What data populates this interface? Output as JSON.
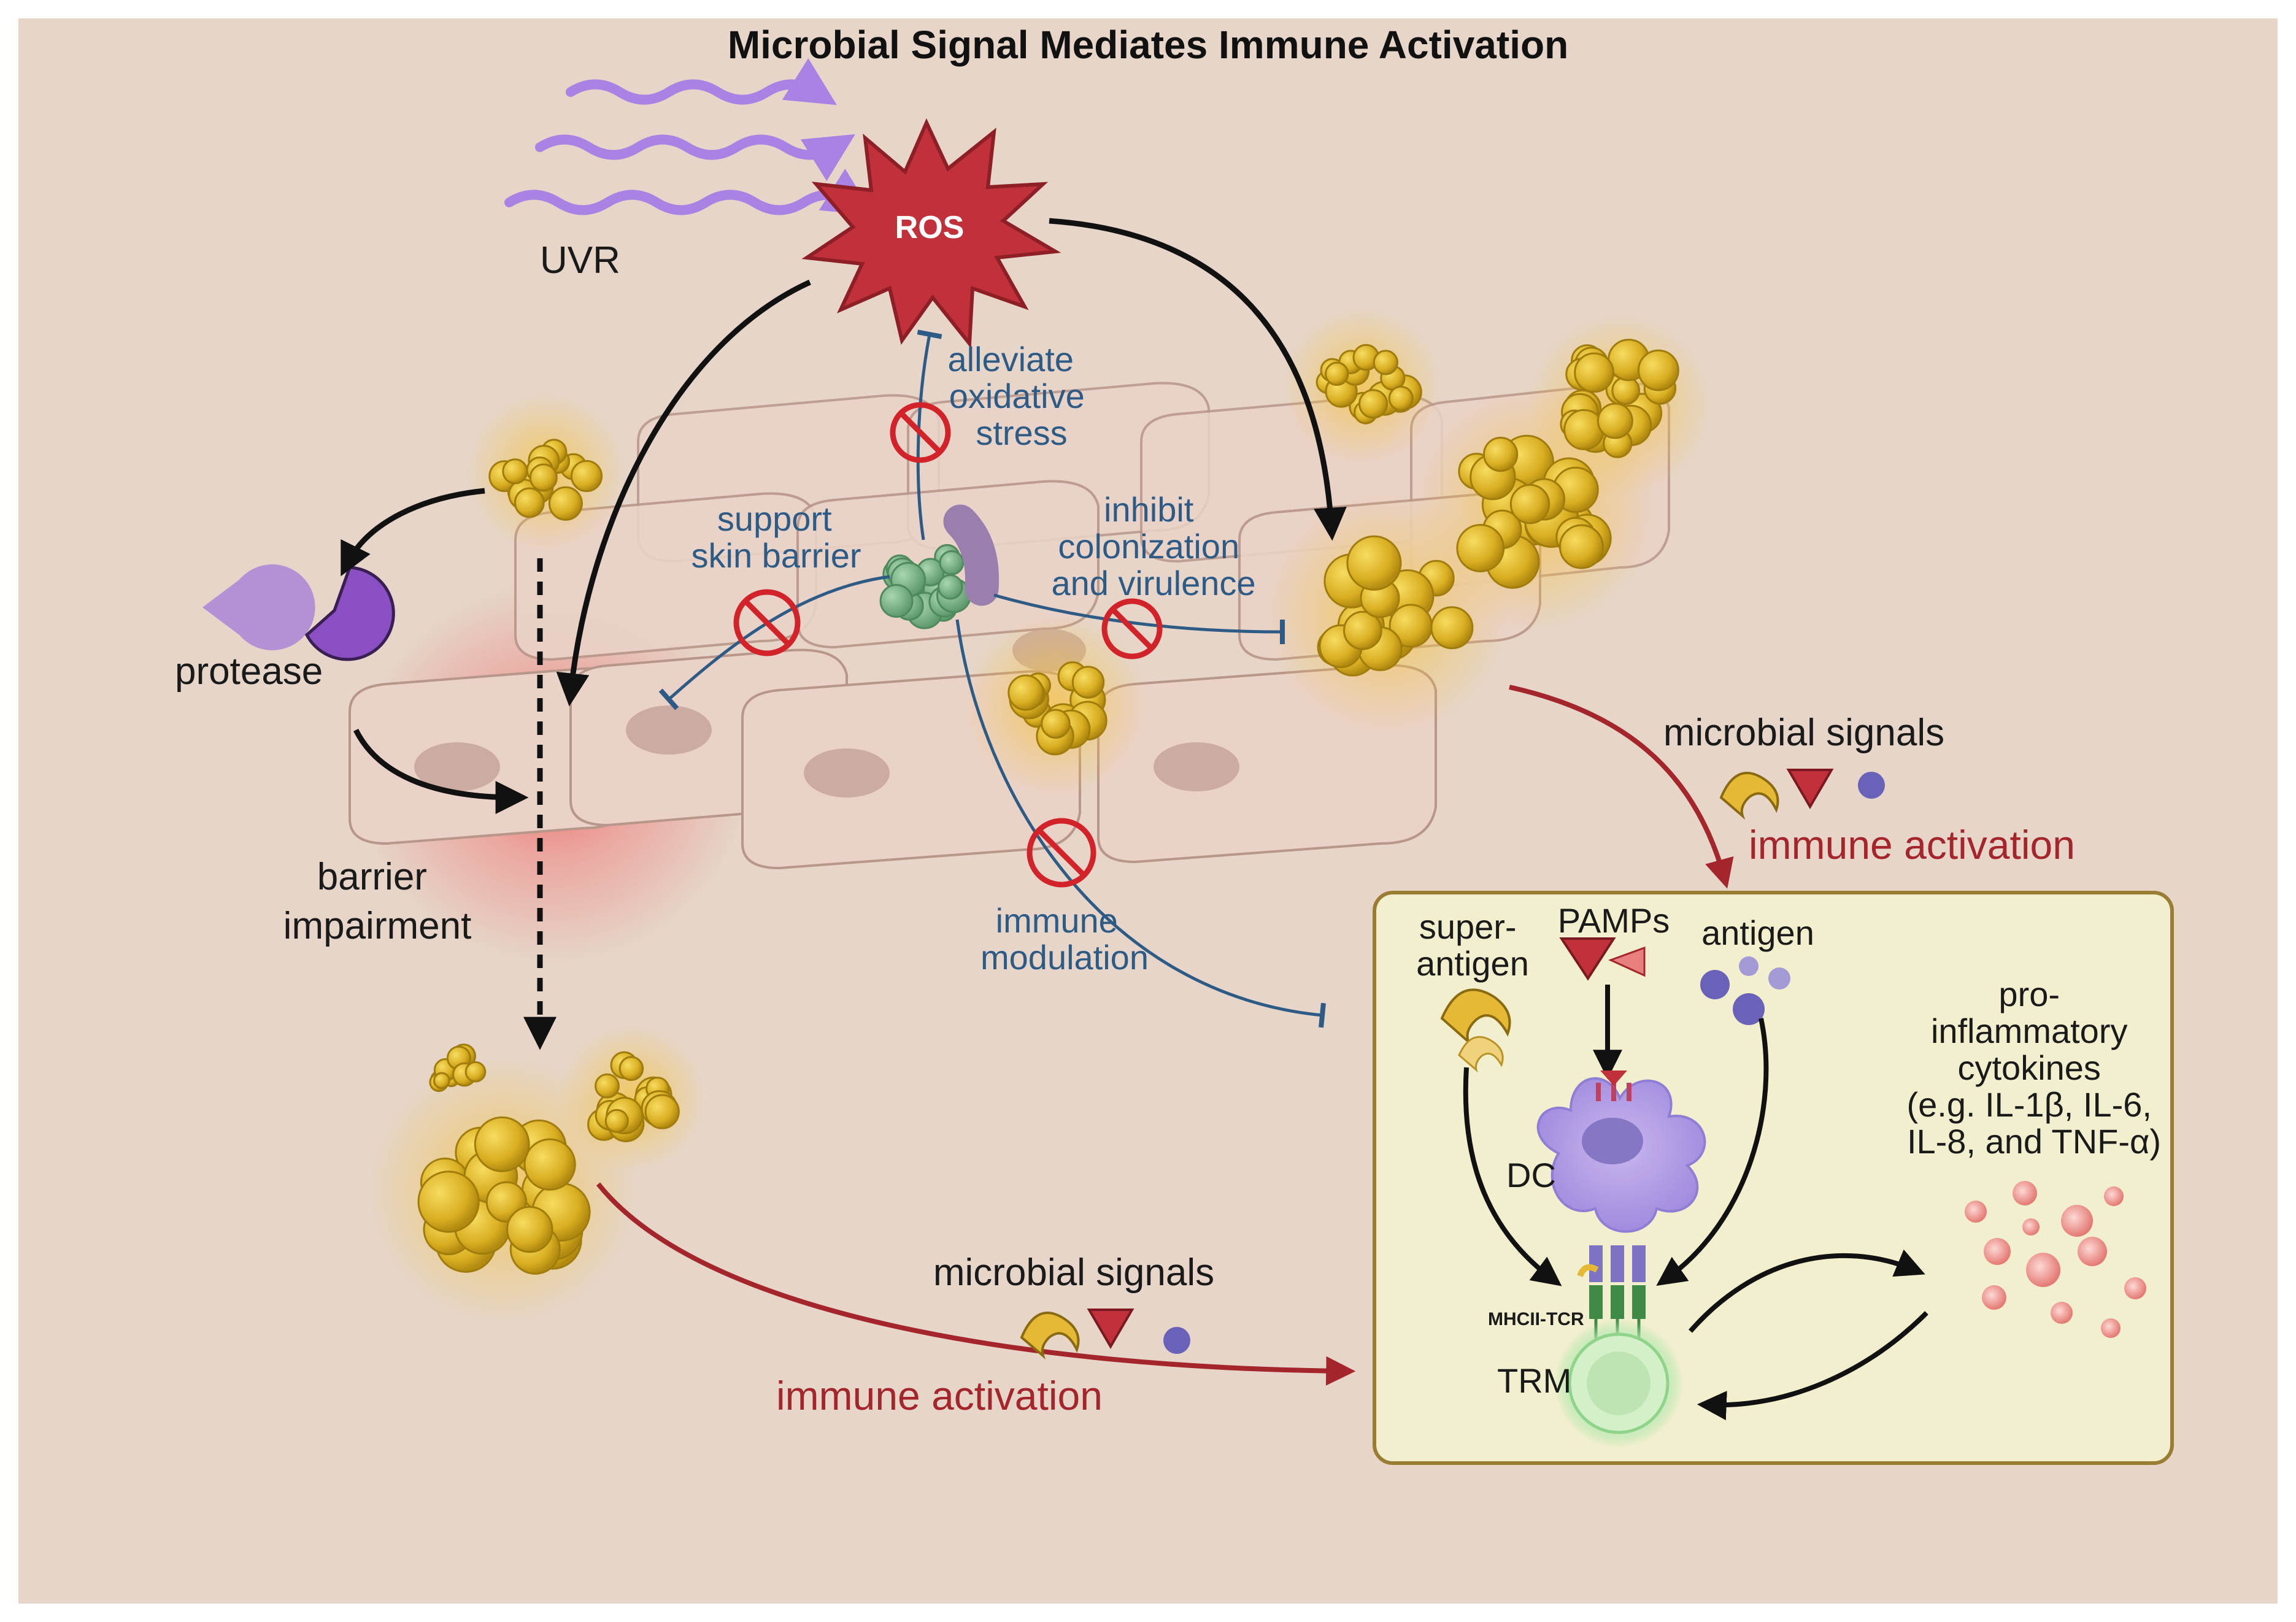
{
  "title": "Microbial Signal Mediates Immune Activation",
  "stimulus": {
    "uvr": "UVR",
    "ros": "ROS"
  },
  "top_left": {
    "protease": "protease",
    "barrier": [
      "barrier",
      "impairment"
    ]
  },
  "commensal_effects": {
    "oxidative": [
      "alleviate",
      "oxidative",
      "stress"
    ],
    "barrier_support": [
      "support",
      "skin barrier"
    ],
    "colonization": [
      "inhibit",
      "colonization",
      "and virulence"
    ],
    "immune_mod": [
      "immune",
      "modulation"
    ]
  },
  "signals_top": {
    "label": "microbial signals",
    "activation": "immune activation"
  },
  "signals_bottom": {
    "label": "microbial signals",
    "activation": "immune activation"
  },
  "immune_box": {
    "superantigen": [
      "super-",
      "antigen"
    ],
    "pamps": "PAMPs",
    "antigen": "antigen",
    "dc": "DC",
    "mhc_tcr": "MHCII-TCR",
    "trm": "TRM",
    "cytokines": [
      "pro-",
      "inflammatory",
      "cytokines",
      "(e.g.  IL-1β, IL-6,",
      "IL-8, and TNF-α)"
    ]
  },
  "colors": {
    "background": "#e6d5c8",
    "cell": "#ead2c8",
    "staph": "#e3b92e",
    "commensal": "#7fb48a",
    "inhibit_line": "#2d5b86",
    "activation_red": "#a4262c",
    "protease_purple": "#9c67c6",
    "ros_red": "#c0313b",
    "box_fill": "#f2efcf",
    "box_stroke": "#9a7c32"
  }
}
